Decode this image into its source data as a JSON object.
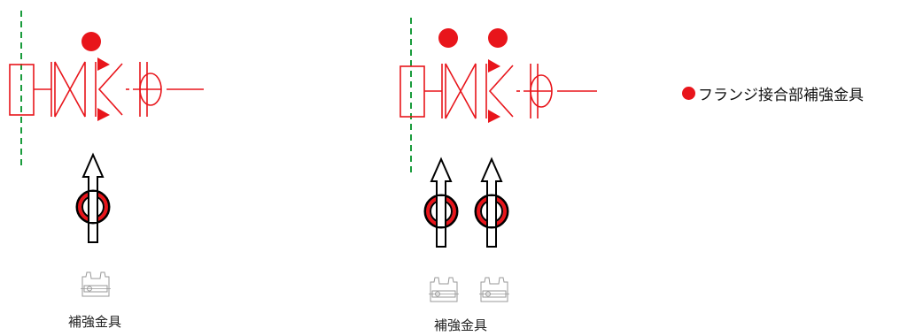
{
  "colors": {
    "pipe": "#e8151b",
    "marker": "#e8151b",
    "guide": "#1a9c3c",
    "arrow": "#000000",
    "fitting": "#9a9a9a"
  },
  "legend": {
    "marker": "red-dot-icon",
    "text": "フランジ接合部補強金具"
  },
  "groups": [
    {
      "id": "left",
      "caption": "補強金具",
      "marker_count": 1,
      "fitting_count": 1
    },
    {
      "id": "right",
      "caption": "補強金具",
      "marker_count": 2,
      "fitting_count": 2
    }
  ]
}
